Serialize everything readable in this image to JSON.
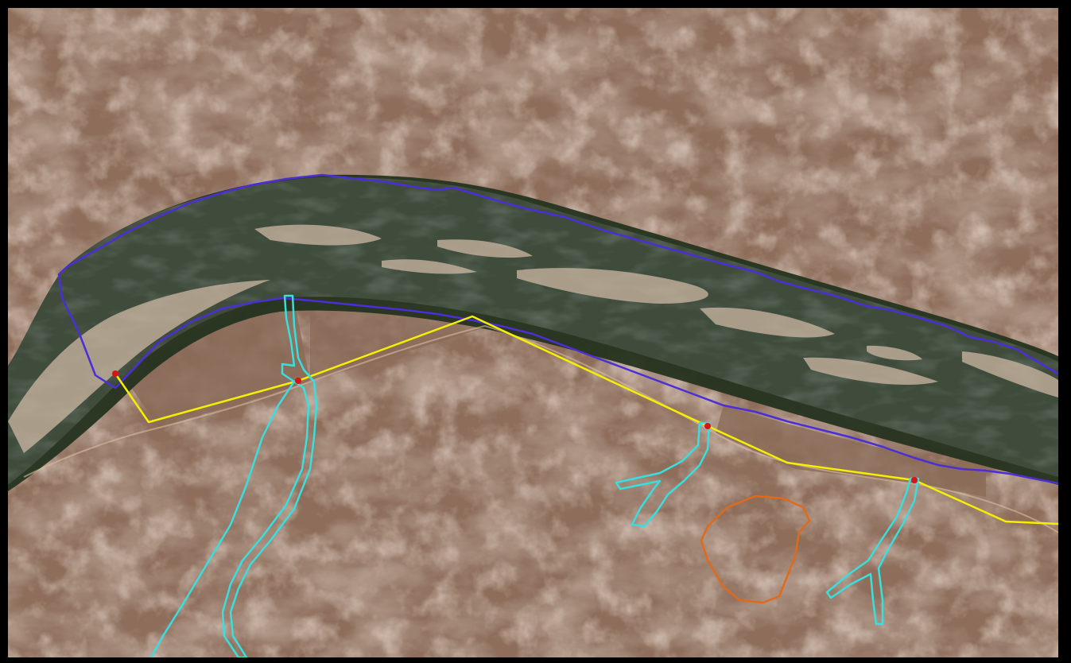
{
  "map": {
    "view": "satellite",
    "colors": {
      "terrain": "#b8937a",
      "terrain_dark": "#6e5446",
      "terrain_light": "#d9bca3",
      "river_water": "#3f4c3c",
      "riparian_vegetation": "#24331f",
      "sandbar": "#cdb8a4",
      "fields": "#8a6b58",
      "river_boundary_line": "#4b2fd6",
      "route_line": "#f5f000",
      "drainage_channel_line": "#39dede",
      "area_outline": "#e06a1a",
      "vertex_marker": "#d81414"
    },
    "overlays": [
      {
        "name": "river-boundary-north",
        "type": "polyline",
        "color": "river_boundary_line"
      },
      {
        "name": "river-boundary-south",
        "type": "polyline",
        "color": "river_boundary_line"
      },
      {
        "name": "route",
        "type": "polyline",
        "color": "route_line",
        "vertices": 5
      },
      {
        "name": "drainage-channel",
        "type": "polygon",
        "color": "drainage_channel_line",
        "count": 3
      },
      {
        "name": "area-outline",
        "type": "polygon",
        "color": "area_outline"
      }
    ]
  }
}
